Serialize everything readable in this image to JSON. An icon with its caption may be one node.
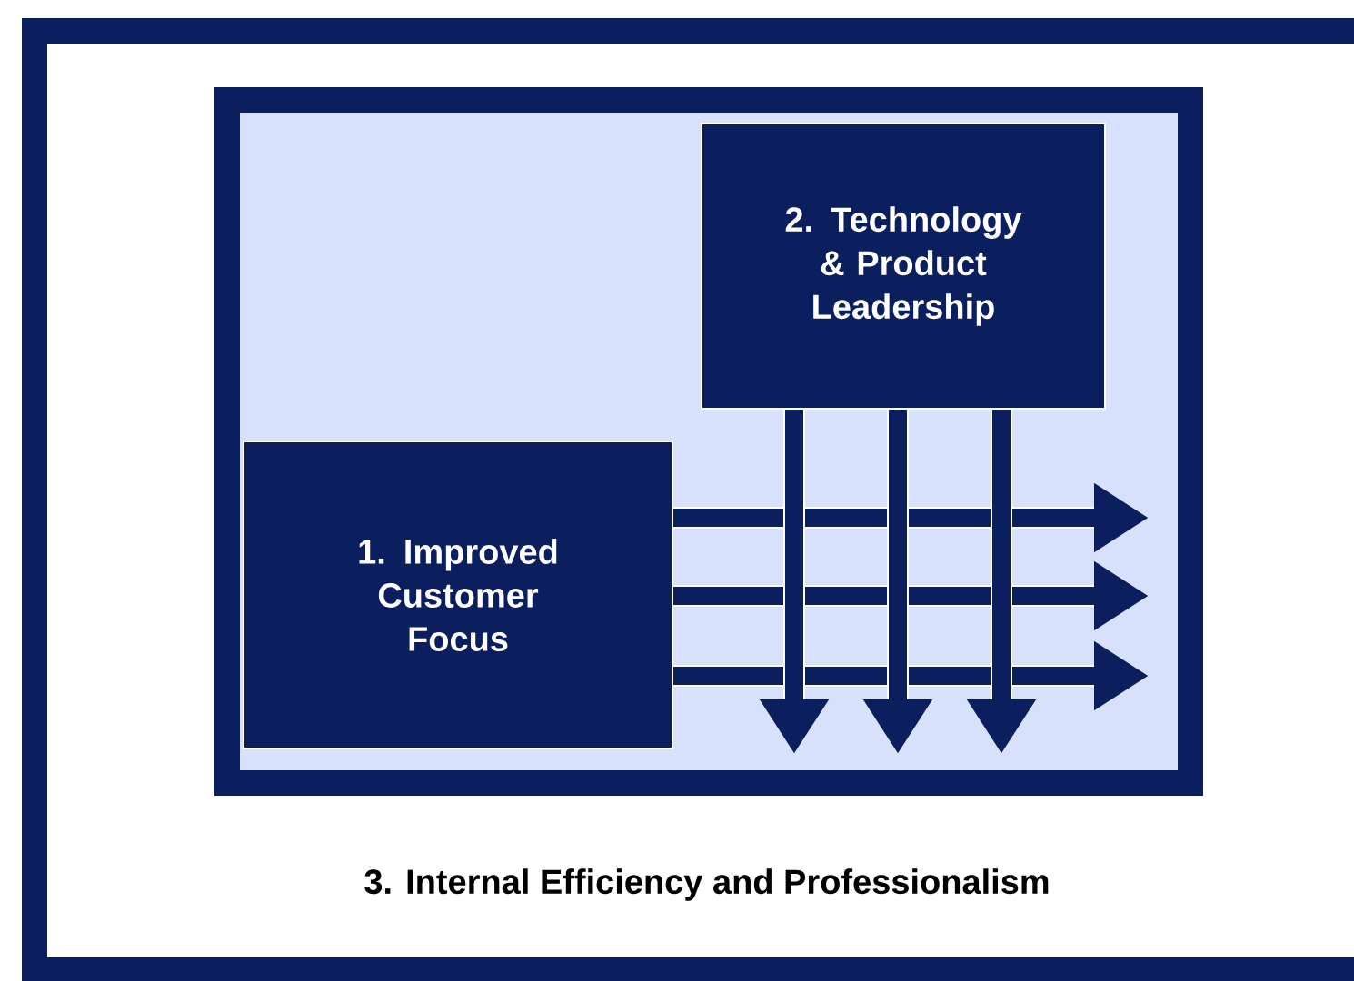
{
  "diagram": {
    "nodes": [
      {
        "text": [
          "3. Internal Efficiency and Professionalism"
        ]
      },
      {
        "text": [
          "1. Improved Customer Focus"
        ],
        "in": 0
      },
      {
        "text": [
          "2. Technology & Product Leadership"
        ],
        "in": 0
      }
    ],
    "edges": [
      {
        "from": 1,
        "to": null,
        "arrow": "to"
      },
      {
        "from": 1,
        "to": null,
        "arrow": "to"
      },
      {
        "from": 1,
        "to": null,
        "arrow": "to"
      },
      {
        "from": 2,
        "to": null,
        "arrow": "to"
      },
      {
        "from": 2,
        "to": null,
        "arrow": "to"
      },
      {
        "from": 2,
        "to": null,
        "arrow": "to"
      }
    ]
  }
}
